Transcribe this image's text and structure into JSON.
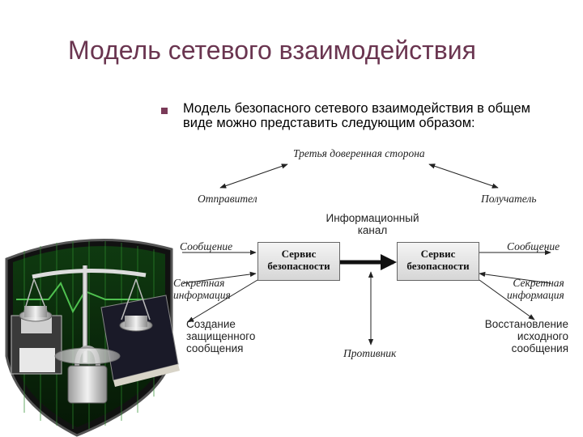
{
  "slide": {
    "title": "Модель сетевого взаимодействия",
    "bullet": "Модель безопасного сетевого взаимодействия в общем виде можно представить следующим образом:"
  },
  "diagram": {
    "third_party": "Третья доверенная сторона",
    "sender": "Отправител",
    "receiver": "Получатель",
    "channel_line1": "Информационный",
    "channel_line2": "канал",
    "left_box_line1": "Сервис",
    "left_box_line2": "безопасности",
    "right_box_line1": "Сервис",
    "right_box_line2": "безопасности",
    "left_message": "Сообщение",
    "right_message": "Сообщение",
    "left_secret_line1": "Секретная",
    "left_secret_line2": "информация",
    "right_secret_line1": "Секретная",
    "right_secret_line2": "информация",
    "create_line1": "Создание",
    "create_line2": "защищенного",
    "create_line3": "сообщения",
    "restore_line1": "Восстановление",
    "restore_line2": "исходного",
    "restore_line3": "сообщения",
    "adversary": "Противник"
  },
  "colors": {
    "title": "#6a3550",
    "bullet": "#7a3a58",
    "shield_green": "#2f7a2f",
    "shield_dark": "#0d2a0d"
  },
  "icons": [
    "square-bullet-icon",
    "security-scales-lock-illustration"
  ]
}
